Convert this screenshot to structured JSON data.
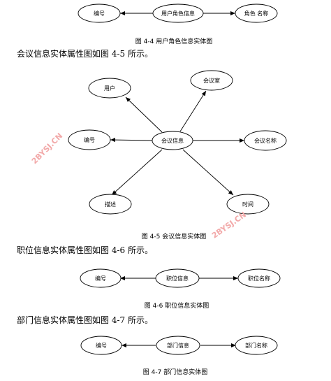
{
  "fig44": {
    "caption": "图 4-4  用户角色信息实体图",
    "center": "用户角色信息",
    "left": "编号",
    "right": "角色 名称"
  },
  "para45": "会议信息实体属性图如图 4-5 所示。",
  "fig45": {
    "caption": "图 4-5 会议信息实体图",
    "center": "会议信息",
    "user": "用户",
    "room": "会议室",
    "id": "编号",
    "name": "会议名称",
    "desc": "描述",
    "time": "时间"
  },
  "para46": "职位信息实体属性图如图 4-6 所示。",
  "fig46": {
    "caption": "图 4-6 职位信息实体图",
    "center": "职位信息",
    "left": "编号",
    "right": "职位名称"
  },
  "para47": "部门信息实体属性图如图 4-7 所示。",
  "fig47": {
    "caption": "图 4-7 部门信息实体图",
    "center": "部门信息",
    "left": "编号",
    "right": "部门名称"
  },
  "watermarks": [
    "2BYSJ.CN",
    "2BYSJ.CN"
  ]
}
